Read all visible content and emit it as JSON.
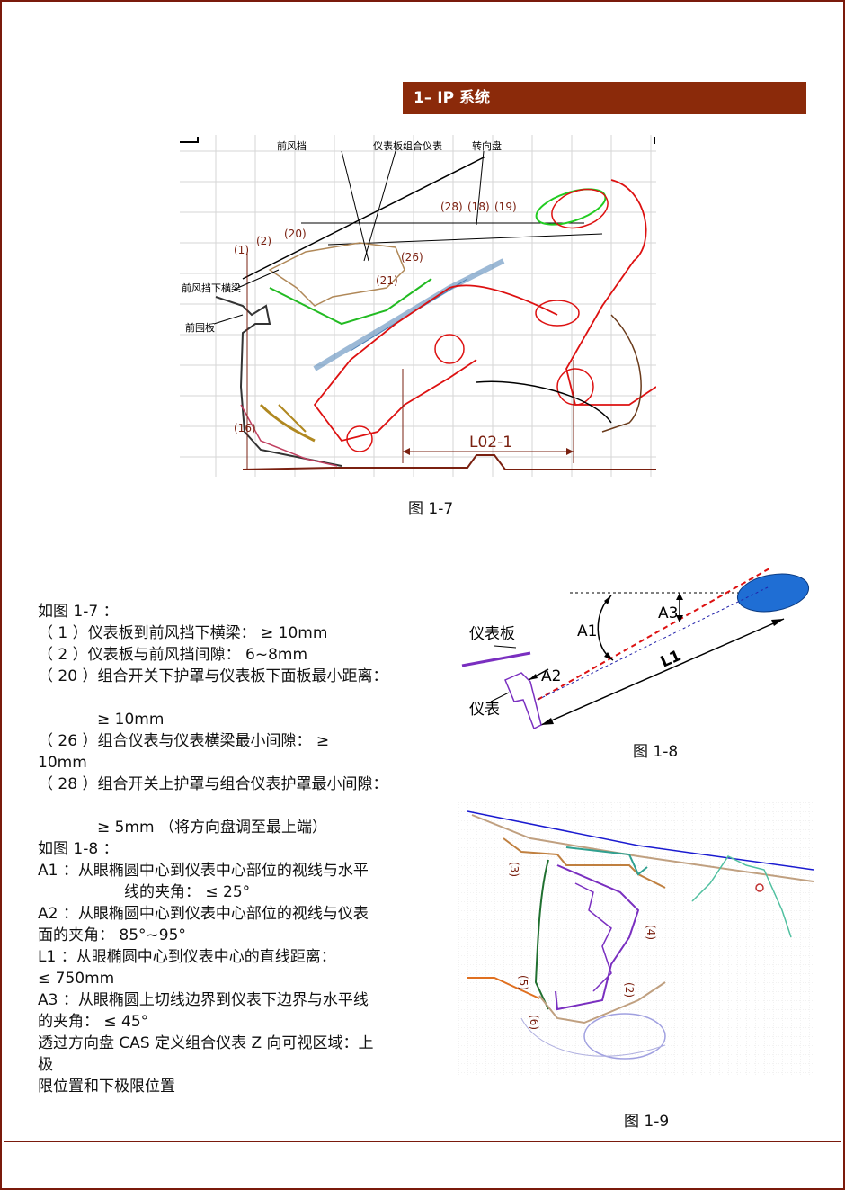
{
  "header": {
    "title": "1– IP 系统"
  },
  "figures": {
    "fig17": {
      "caption": "图 1-7",
      "labels": {
        "windshield": "前风挡",
        "cluster": "仪表板组合仪表",
        "steering": "转向盘",
        "cross_beam": "前风挡下横梁",
        "dash": "前围板",
        "dim": "L02-1",
        "l1": "(1)",
        "l2": "(2)",
        "l20": "(20)",
        "l21": "(21)",
        "l26": "(26)",
        "l28": "(28)",
        "l18": "(18)",
        "l19": "(19)",
        "l16": "(16)"
      }
    },
    "fig18": {
      "caption": "图 1-8",
      "labels": {
        "ip": "仪表板",
        "cluster": "仪表",
        "a1": "A1",
        "a2": "A2",
        "a3": "A3",
        "l1": "L1"
      }
    },
    "fig19": {
      "caption": "图 1-9",
      "labels": {
        "n3": "(3)",
        "n4": "(4)",
        "n2": "(2)",
        "n5": "(5)",
        "n6": "(6)"
      }
    }
  },
  "text": {
    "l01": "如图 1-7 ：",
    "l02": "（ 1 ）仪表板到前风挡下横梁：  ≥  10mm",
    "l03": "（ 2 ）仪表板与前风挡间隙： 6~8mm",
    "l04": "（ 20 ）组合开关下护罩与仪表板下面板最小距离：",
    "l05": "≥ 10mm",
    "l06": "（ 26 ）组合仪表与仪表横梁最小间隙：  ≥",
    "l07": "10mm",
    "l08": "（ 28 ）组合开关上护罩与组合仪表护罩最小间隙：",
    "l09": "≥ 5mm （将方向盘调至最上端）",
    "l10": "如图 1-8 ：",
    "l11": "A1 ：从眼椭圆中心到仪表中心部位的视线与水平",
    "l12": "线的夹角： ≤  25°",
    "l13": "A2 ：从眼椭圆中心到仪表中心部位的视线与仪表",
    "l14": "面的夹角： 85°~95°",
    "l15": "L1 ：从眼椭圆中心到仪表中心的直线距离：",
    "l16": "≤ 750mm",
    "l17": "A3 ：从眼椭圆上切线边界到仪表下边界与水平线",
    "l18": "的夹角： ≤  45°",
    "l19": "透过方向盘 CAS 定义组合仪表 Z 向可视区域：上",
    "l20": "极",
    "l21": "限位置和下极限位置"
  }
}
